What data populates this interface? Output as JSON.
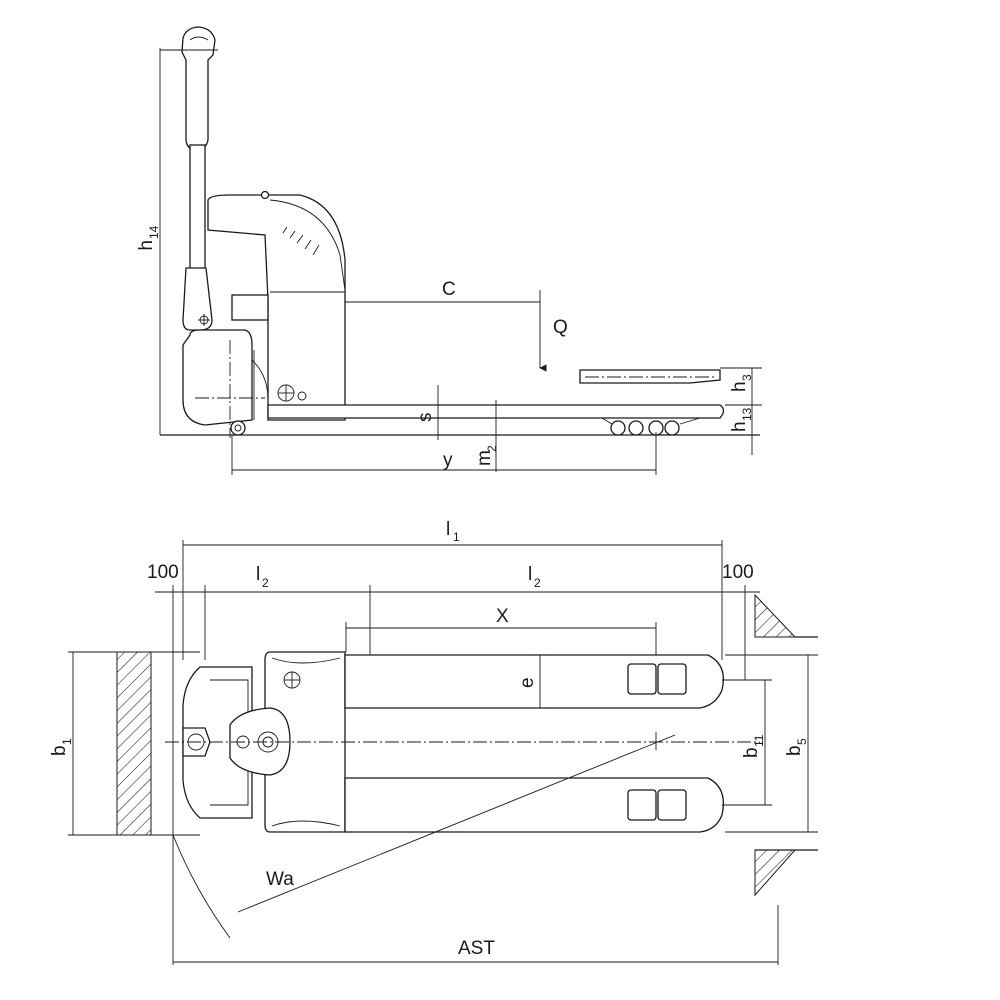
{
  "side_view": {
    "labels": {
      "h14": "h",
      "h14_sub": "14",
      "C": "C",
      "Q": "Q",
      "h3": "h",
      "h3_sub": "3",
      "h13": "h",
      "h13_sub": "13",
      "s": "s",
      "y": "y",
      "m2": "m",
      "m2_sub": "2"
    }
  },
  "top_view": {
    "labels": {
      "l1": "l",
      "l1_sub": "1",
      "l2_left": "l",
      "l2_left_sub": "2",
      "l2_right": "l",
      "l2_right_sub": "2",
      "dim_100_left": "100",
      "dim_100_right": "100",
      "X": "X",
      "e": "e",
      "b1": "b",
      "b1_sub": "1",
      "b11": "b",
      "b11_sub": "11",
      "b5": "b",
      "b5_sub": "5",
      "Wa": "Wa",
      "AST": "AST"
    }
  }
}
